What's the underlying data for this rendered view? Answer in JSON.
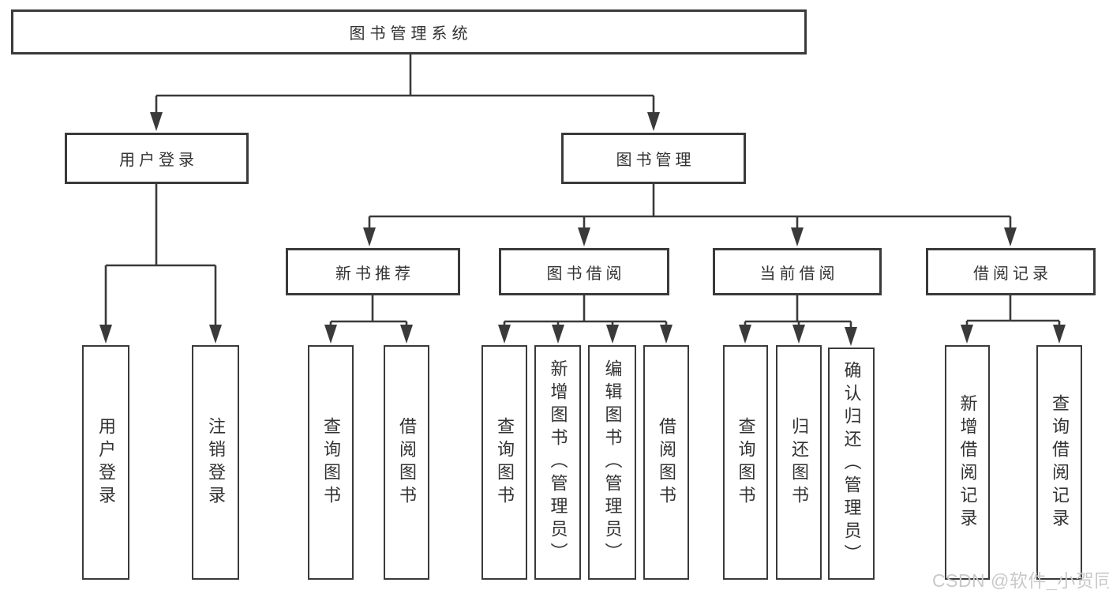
{
  "tree": {
    "root": "图书管理系统",
    "branches": [
      {
        "label": "用户登录",
        "leaves": [
          "用户登录",
          "注销登录"
        ]
      },
      {
        "label": "图书管理",
        "sections": [
          {
            "label": "新书推荐",
            "leaves": [
              "查询图书",
              "借阅图书"
            ]
          },
          {
            "label": "图书借阅",
            "leaves": [
              "查询图书",
              "新增图书（管理员）",
              "编辑图书（管理员）",
              "借阅图书"
            ]
          },
          {
            "label": "当前借阅",
            "leaves": [
              "查询图书",
              "归还图书",
              "确认归还（管理员）"
            ]
          },
          {
            "label": "借阅记录",
            "leaves": [
              "新增借阅记录",
              "查询借阅记录"
            ]
          }
        ]
      }
    ]
  },
  "watermark": "CSDN @软件_小贺同学",
  "colors": {
    "line": "#3a3a3a",
    "text": "#333333",
    "background": "#ffffff",
    "watermark": "#c9c9cb"
  }
}
